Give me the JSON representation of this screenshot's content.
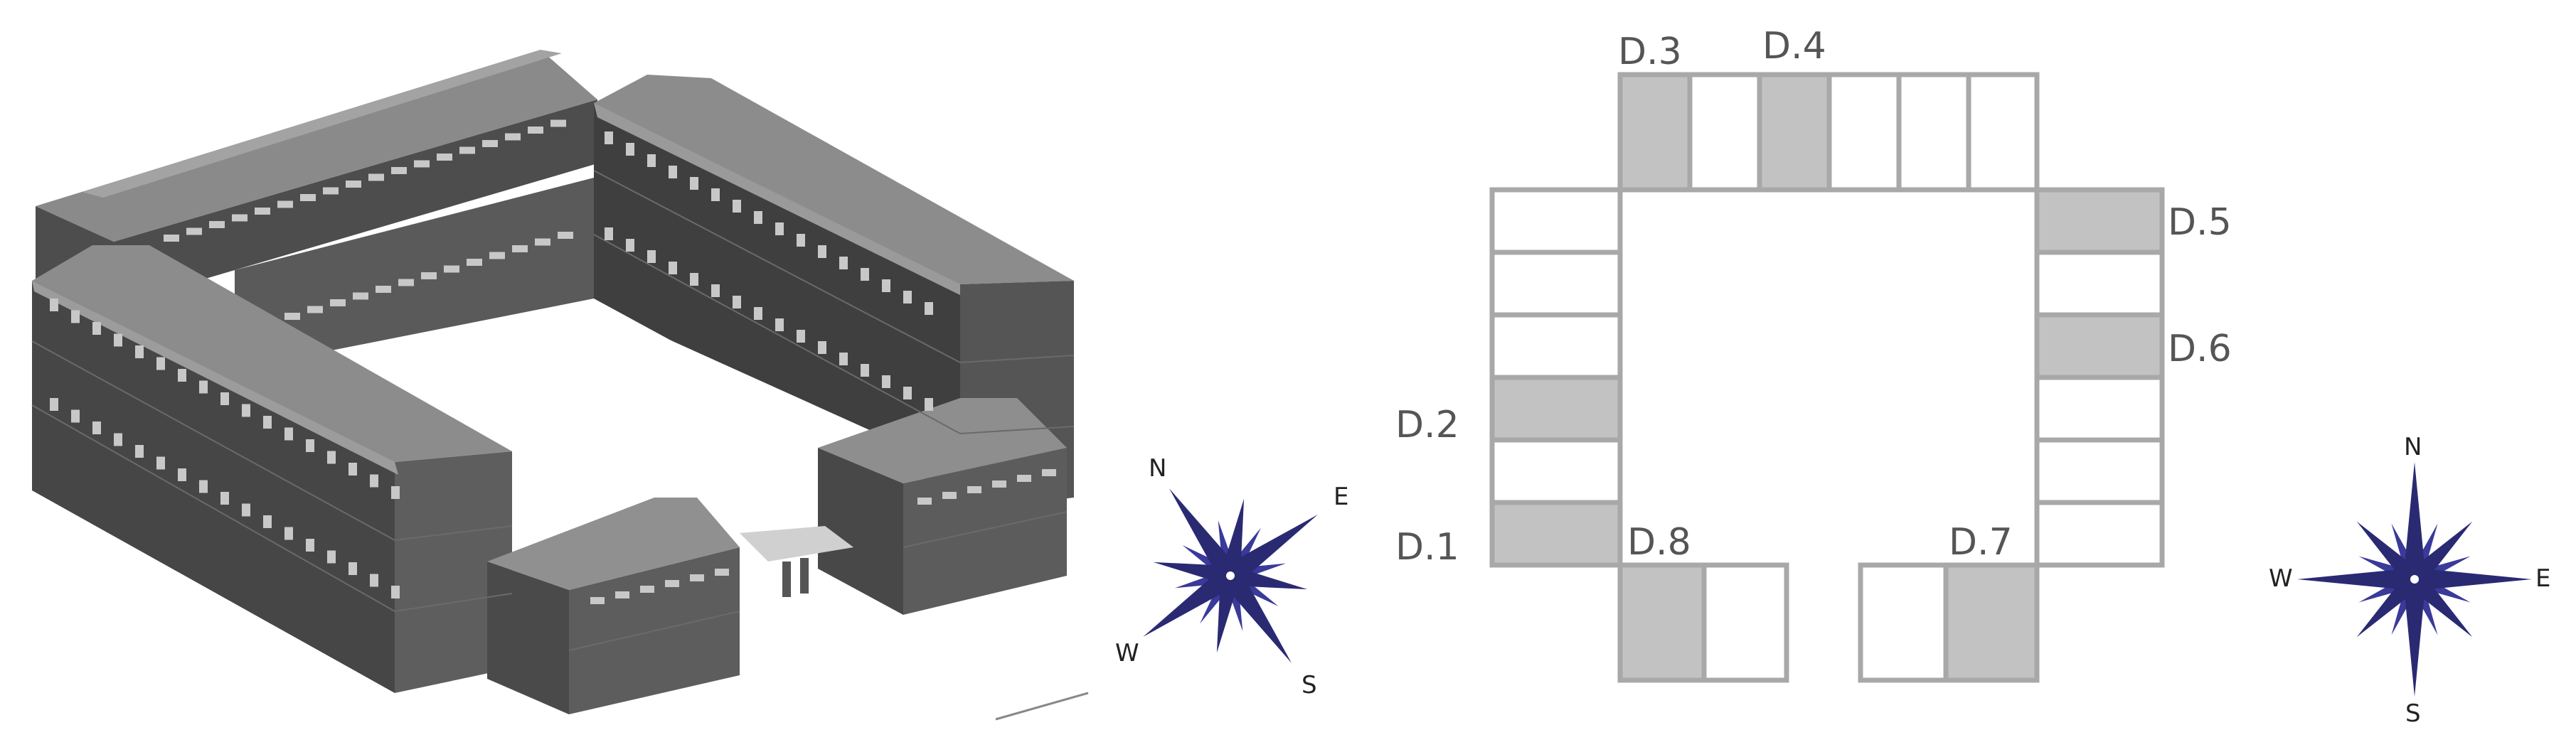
{
  "colors": {
    "roof_light": "#8c8c8c",
    "wall_dark": "#4a4a4a",
    "wall_mid": "#606060",
    "window": "#c4c4c4",
    "plan_outline": "#a8a8a8",
    "plan_fill_highlight": "#c2c2c2",
    "plan_fill_normal": "#ffffff",
    "compass_blue": "#2a2a73",
    "compass_blue_light": "#3a3a9a"
  },
  "icons": {
    "compass_left": "compass-rose-icon",
    "compass_right": "compass-rose-icon"
  },
  "compass_left": {
    "north": "N",
    "east": "E",
    "south": "S",
    "west": "W",
    "rotation_deg": -35
  },
  "compass_right": {
    "north": "N",
    "east": "E",
    "south": "S",
    "west": "W",
    "rotation_deg": 0
  },
  "rooms": {
    "d1": "D.1",
    "d2": "D.2",
    "d3": "D.3",
    "d4": "D.4",
    "d5": "D.5",
    "d6": "D.6",
    "d7": "D.7",
    "d8": "D.8"
  }
}
